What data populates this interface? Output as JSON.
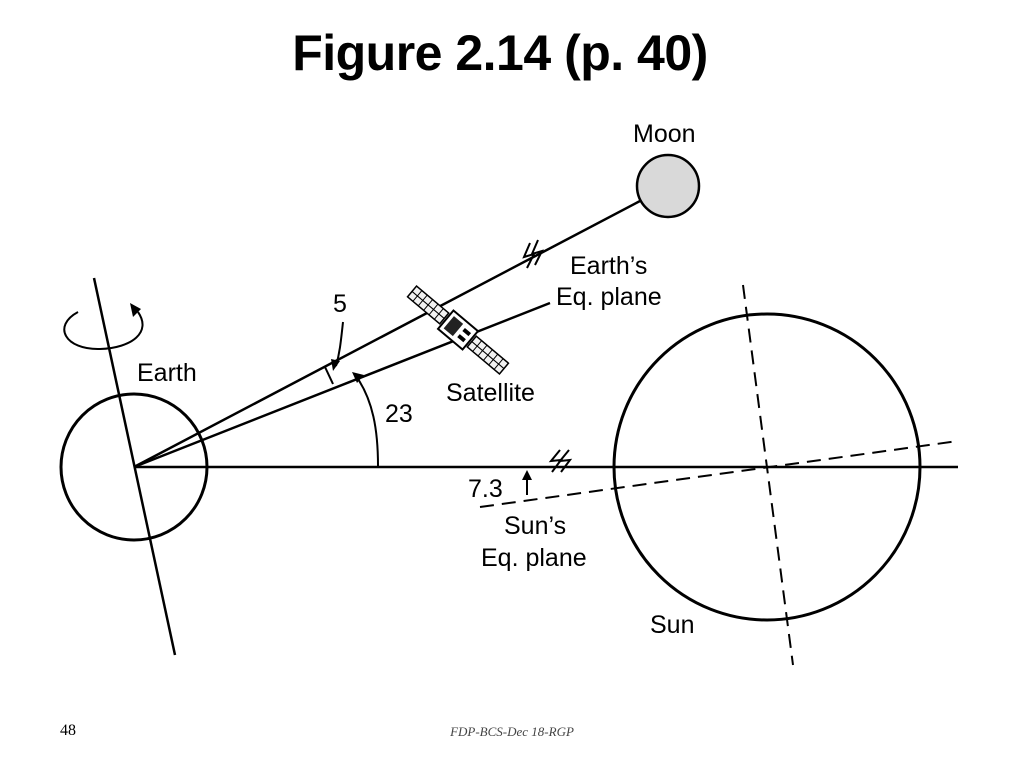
{
  "title": "Figure 2.14  (p. 40)",
  "labels": {
    "moon": "Moon",
    "earths_eq_plane_1": "Earth’s",
    "earths_eq_plane_2": "Eq. plane",
    "angle_5": "5",
    "earth": "Earth",
    "angle_23": "23",
    "satellite": "Satellite",
    "angle_7_3": "7.3",
    "suns_eq_plane_1": "Sun’s",
    "suns_eq_plane_2": "Eq. plane",
    "sun": "Sun"
  },
  "footer": {
    "page_number": "48",
    "source": "FDP-BCS-Dec 18-RGP"
  },
  "colors": {
    "line": "#000000",
    "moon_fill": "#d9d9d9",
    "background": "#ffffff"
  }
}
